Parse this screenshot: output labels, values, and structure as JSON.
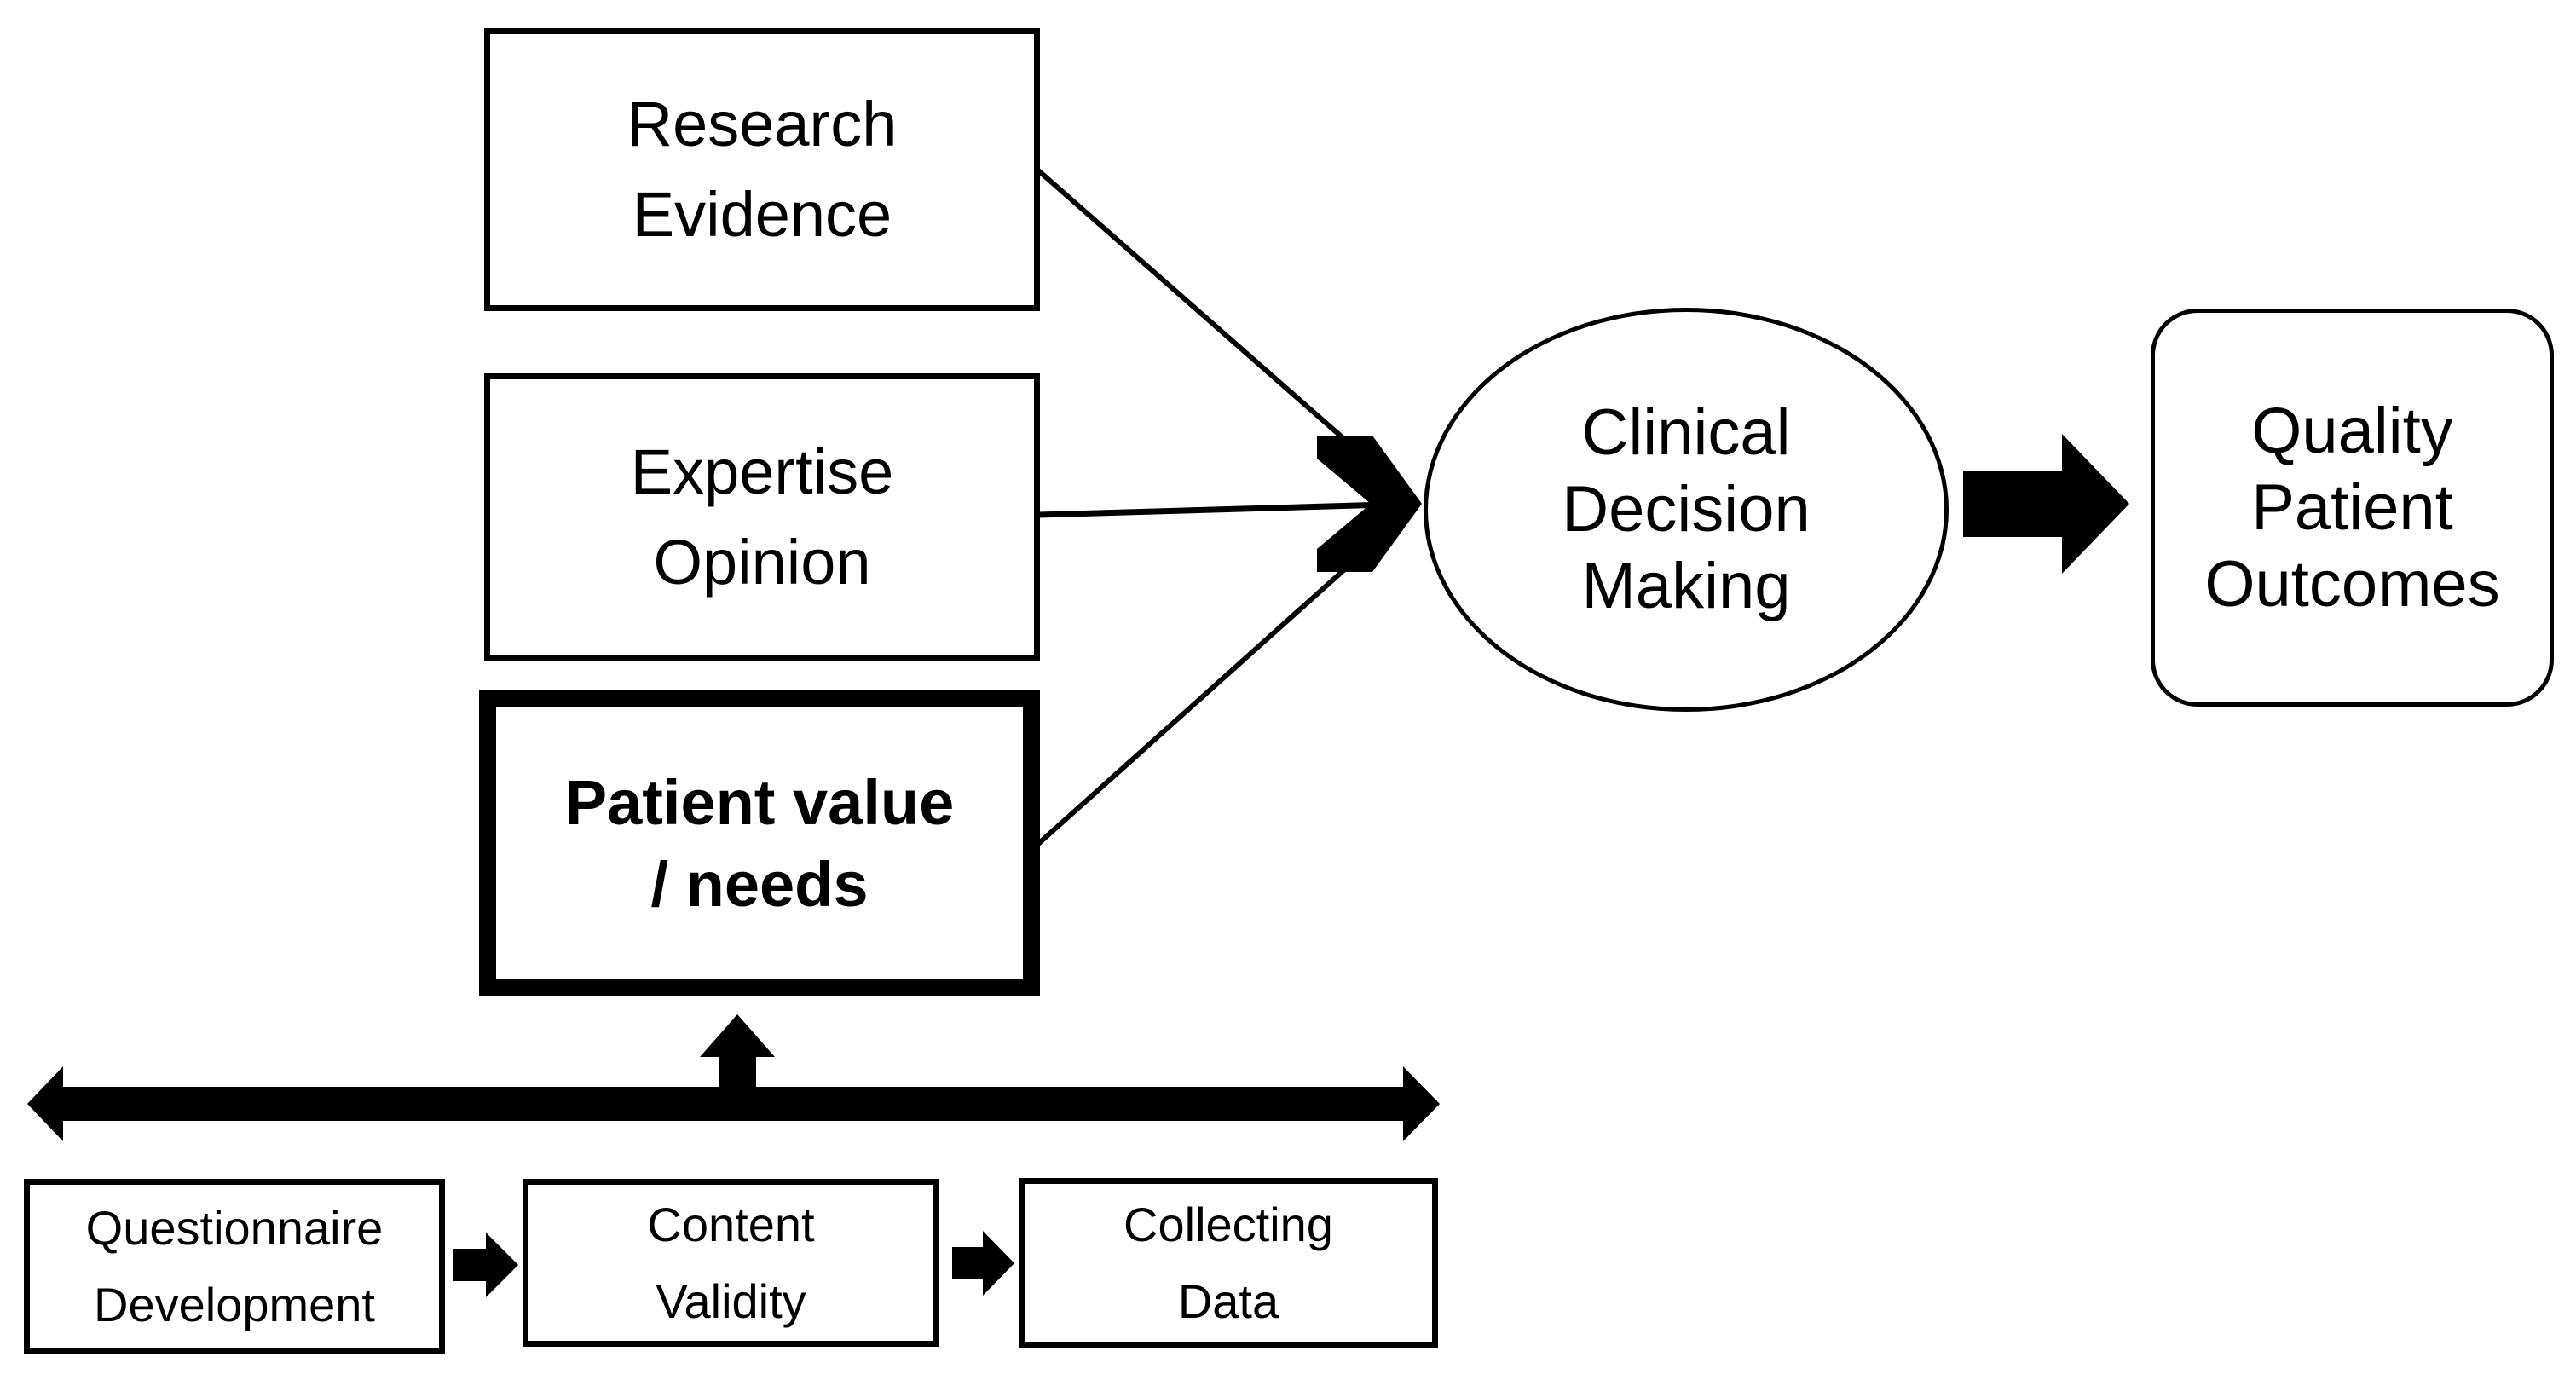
{
  "figure": {
    "background_color": "#ffffff",
    "ink_color": "#000000",
    "type": "flow-diagram"
  },
  "nodes": {
    "research": {
      "lines": [
        "Research",
        "Evidence"
      ]
    },
    "expertise": {
      "lines": [
        "Expertise",
        "Opinion"
      ]
    },
    "patient": {
      "lines": [
        "Patient value",
        "/ needs"
      ]
    },
    "clinical_decision": {
      "lines": [
        "Clinical",
        "Decision",
        "Making"
      ]
    },
    "quality_outcomes": {
      "lines": [
        "Quality",
        "Patient",
        "Outcomes"
      ]
    },
    "questionnaire": {
      "lines": [
        "Questionnaire",
        "Development"
      ]
    },
    "content_validity": {
      "lines": [
        "Content",
        "Validity"
      ]
    },
    "collecting_data": {
      "lines": [
        "Collecting",
        "Data"
      ]
    }
  }
}
